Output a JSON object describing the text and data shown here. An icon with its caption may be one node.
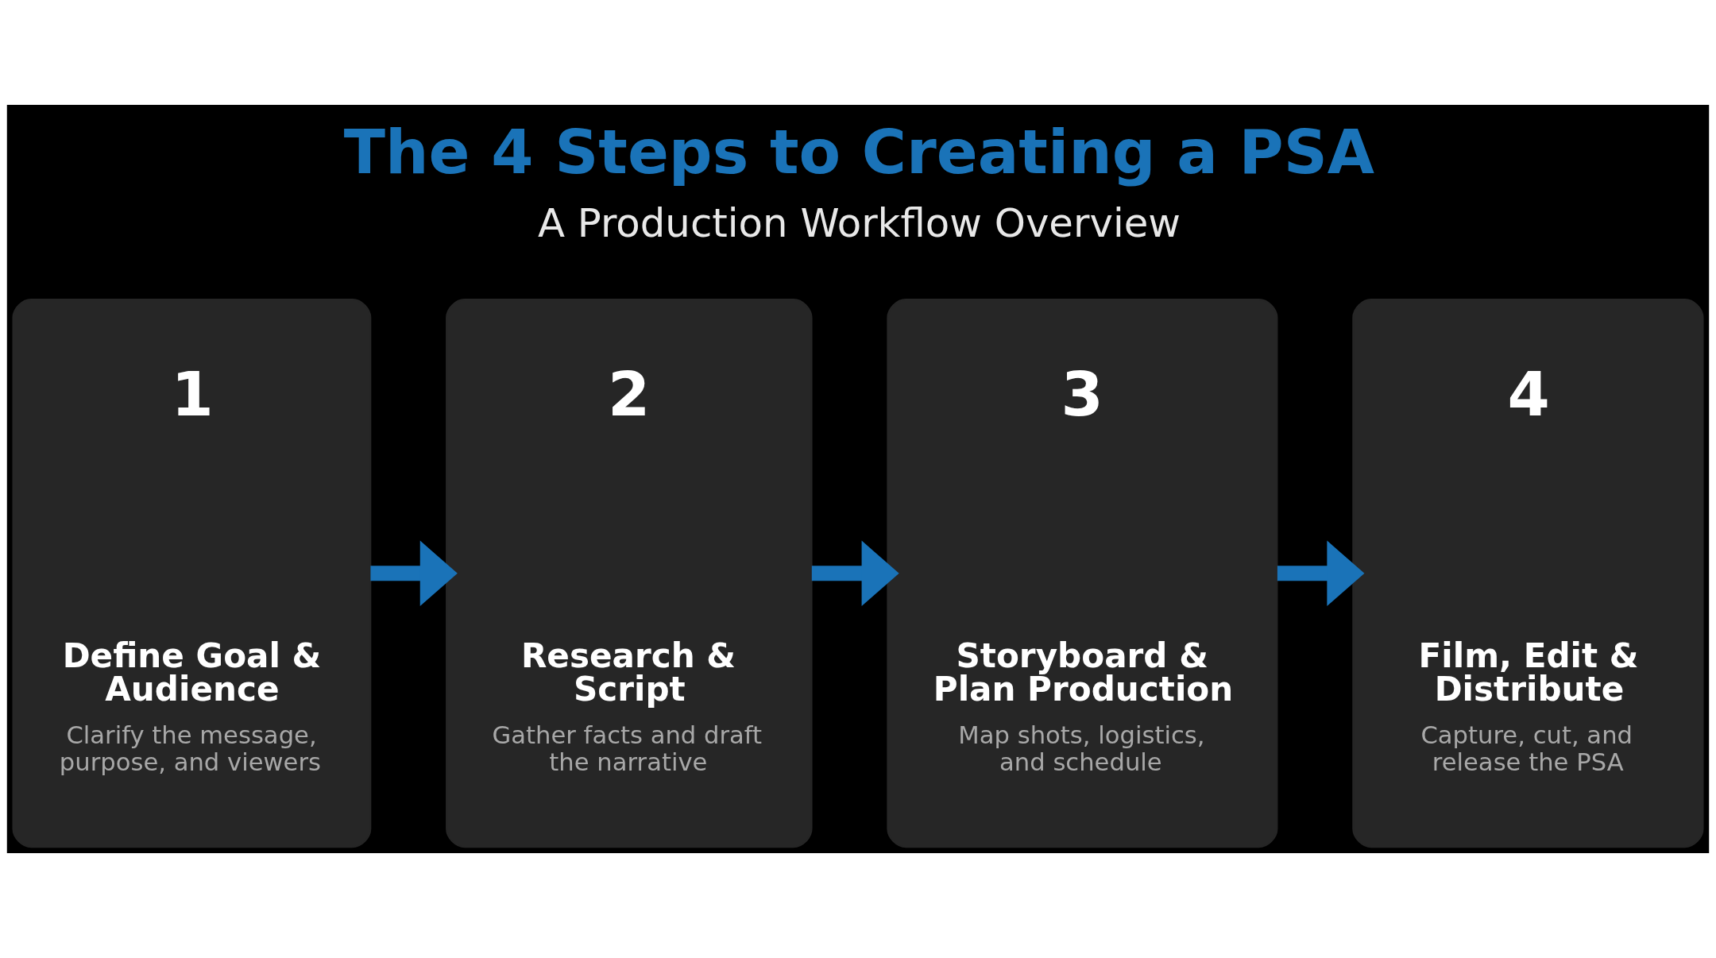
{
  "diagram": {
    "title": "The 4 Steps to Creating a PSA",
    "caption": "A Production Workflow Overview",
    "nodes": [
      {
        "text": [
          "1",
          "Define Goal & Audience",
          "Clarify the message, purpose, and viewers"
        ]
      },
      {
        "text": [
          "2",
          "Research & Script",
          "Gather facts and draft the narrative"
        ]
      },
      {
        "text": [
          "3",
          "Storyboard & Plan Production",
          "Map shots, logistics, and schedule"
        ]
      },
      {
        "text": [
          "4",
          "Film, Edit & Distribute",
          "Capture, cut, and release the PSA"
        ]
      }
    ],
    "edges": [
      {
        "from": 0,
        "to": 1,
        "arrow": "to"
      },
      {
        "from": 1,
        "to": 2,
        "arrow": "to"
      },
      {
        "from": 2,
        "to": 3,
        "arrow": "to"
      }
    ]
  }
}
